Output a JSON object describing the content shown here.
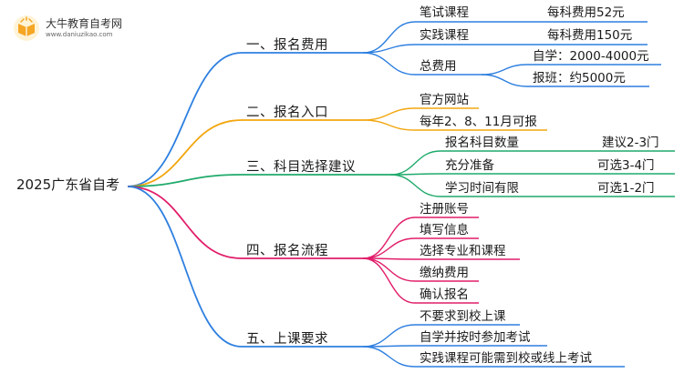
{
  "logo": {
    "title": "大牛教育自考网",
    "url": "www.daniuzikao.com"
  },
  "root": "2025广东省自考",
  "branches": [
    {
      "label": "一、报名费用",
      "color": "#2d7fe0",
      "children": [
        {
          "label": "笔试课程",
          "value": "每科费用52元"
        },
        {
          "label": "实践课程",
          "value": "每科费用150元"
        },
        {
          "label": "总费用",
          "children": [
            "自学：2000-4000元",
            "报班：约5000元"
          ]
        }
      ]
    },
    {
      "label": "二、报名入口",
      "color": "#f2a70f",
      "children": [
        {
          "label": "官方网站"
        },
        {
          "label": "每年2、8、11月可报"
        }
      ]
    },
    {
      "label": "三、科目选择建议",
      "color": "#1faa6b",
      "children": [
        {
          "label": "报名科目数量",
          "value": "建议2-3门"
        },
        {
          "label": "充分准备",
          "value": "可选3-4门"
        },
        {
          "label": "学习时间有限",
          "value": "可选1-2门"
        }
      ]
    },
    {
      "label": "四、报名流程",
      "color": "#e11d6a",
      "children": [
        {
          "label": "注册账号"
        },
        {
          "label": "填写信息"
        },
        {
          "label": "选择专业和课程"
        },
        {
          "label": "缴纳费用"
        },
        {
          "label": "确认报名"
        }
      ]
    },
    {
      "label": "五、上课要求",
      "color": "#2d7fe0",
      "children": [
        {
          "label": "不要求到校上课"
        },
        {
          "label": "自学并按时参加考试"
        },
        {
          "label": "实践课程可能需到校或线上考试"
        }
      ]
    }
  ]
}
